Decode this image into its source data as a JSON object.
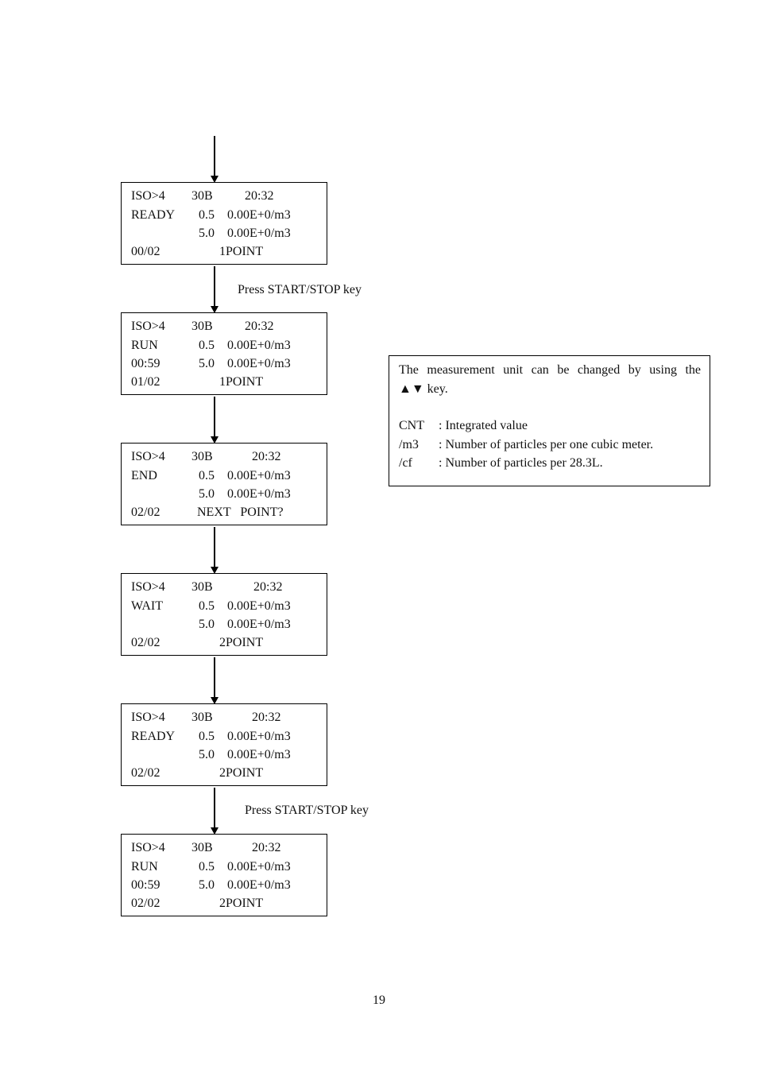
{
  "screens": [
    {
      "row1": {
        "c1": "ISO>4",
        "c2": "30B",
        "c3": "20:32"
      },
      "row2": {
        "c1": "READY",
        "c2": "0.5",
        "c3": "0.00E+0/m3"
      },
      "row3": {
        "c1": "",
        "c2": "5.0",
        "c3": "0.00E+0/m3"
      },
      "row4": {
        "c1": "00/02",
        "c2": "1POINT"
      }
    },
    {
      "row1": {
        "c1": "ISO>4",
        "c2": "30B",
        "c3": "20:32"
      },
      "row2": {
        "c1": "RUN",
        "c2": "0.5",
        "c3": "0.00E+0/m3"
      },
      "row3": {
        "c1": "00:59",
        "c2": "5.0",
        "c3": "0.00E+0/m3"
      },
      "row4": {
        "c1": "01/02",
        "c2": "1POINT"
      }
    },
    {
      "row1": {
        "c1": "ISO>4",
        "c2": "30B",
        "c3": "20:32"
      },
      "row2": {
        "c1": "END",
        "c2": "0.5",
        "c3": "0.00E+0/m3"
      },
      "row3": {
        "c1": "",
        "c2": "5.0",
        "c3": "0.00E+0/m3"
      },
      "row4": {
        "c1": "02/02",
        "c2": "NEXT   POINT?"
      }
    },
    {
      "row1": {
        "c1": "ISO>4",
        "c2": "30B",
        "c3": "20:32"
      },
      "row2": {
        "c1": "WAIT",
        "c2": "0.5",
        "c3": "0.00E+0/m3"
      },
      "row3": {
        "c1": "",
        "c2": "5.0",
        "c3": "0.00E+0/m3"
      },
      "row4": {
        "c1": "02/02",
        "c2": "2POINT"
      }
    },
    {
      "row1": {
        "c1": "ISO>4",
        "c2": "30B",
        "c3": "20:32"
      },
      "row2": {
        "c1": "READY",
        "c2": "0.5",
        "c3": "0.00E+0/m3"
      },
      "row3": {
        "c1": "",
        "c2": "5.0",
        "c3": "0.00E+0/m3"
      },
      "row4": {
        "c1": "02/02",
        "c2": "2POINT"
      }
    },
    {
      "row1": {
        "c1": "ISO>4",
        "c2": "30B",
        "c3": "20:32"
      },
      "row2": {
        "c1": "RUN",
        "c2": "0.5",
        "c3": "0.00E+0/m3"
      },
      "row3": {
        "c1": "00:59",
        "c2": "5.0",
        "c3": "0.00E+0/m3"
      },
      "row4": {
        "c1": "02/02",
        "c2": "2POINT"
      }
    }
  ],
  "notes": {
    "press_key_1": "Press START/STOP key",
    "press_key_2": "Press START/STOP key"
  },
  "info": {
    "line1": "The measurement unit can be changed by using the",
    "line2": "▲▼ key.",
    "legend": [
      {
        "key": "CNT",
        "desc": ": Integrated value"
      },
      {
        "key": "/m3",
        "desc": ": Number of particles per one cubic meter."
      },
      {
        "key": "/cf",
        "desc": ": Number of particles per 28.3L."
      }
    ]
  },
  "page_number": "19"
}
